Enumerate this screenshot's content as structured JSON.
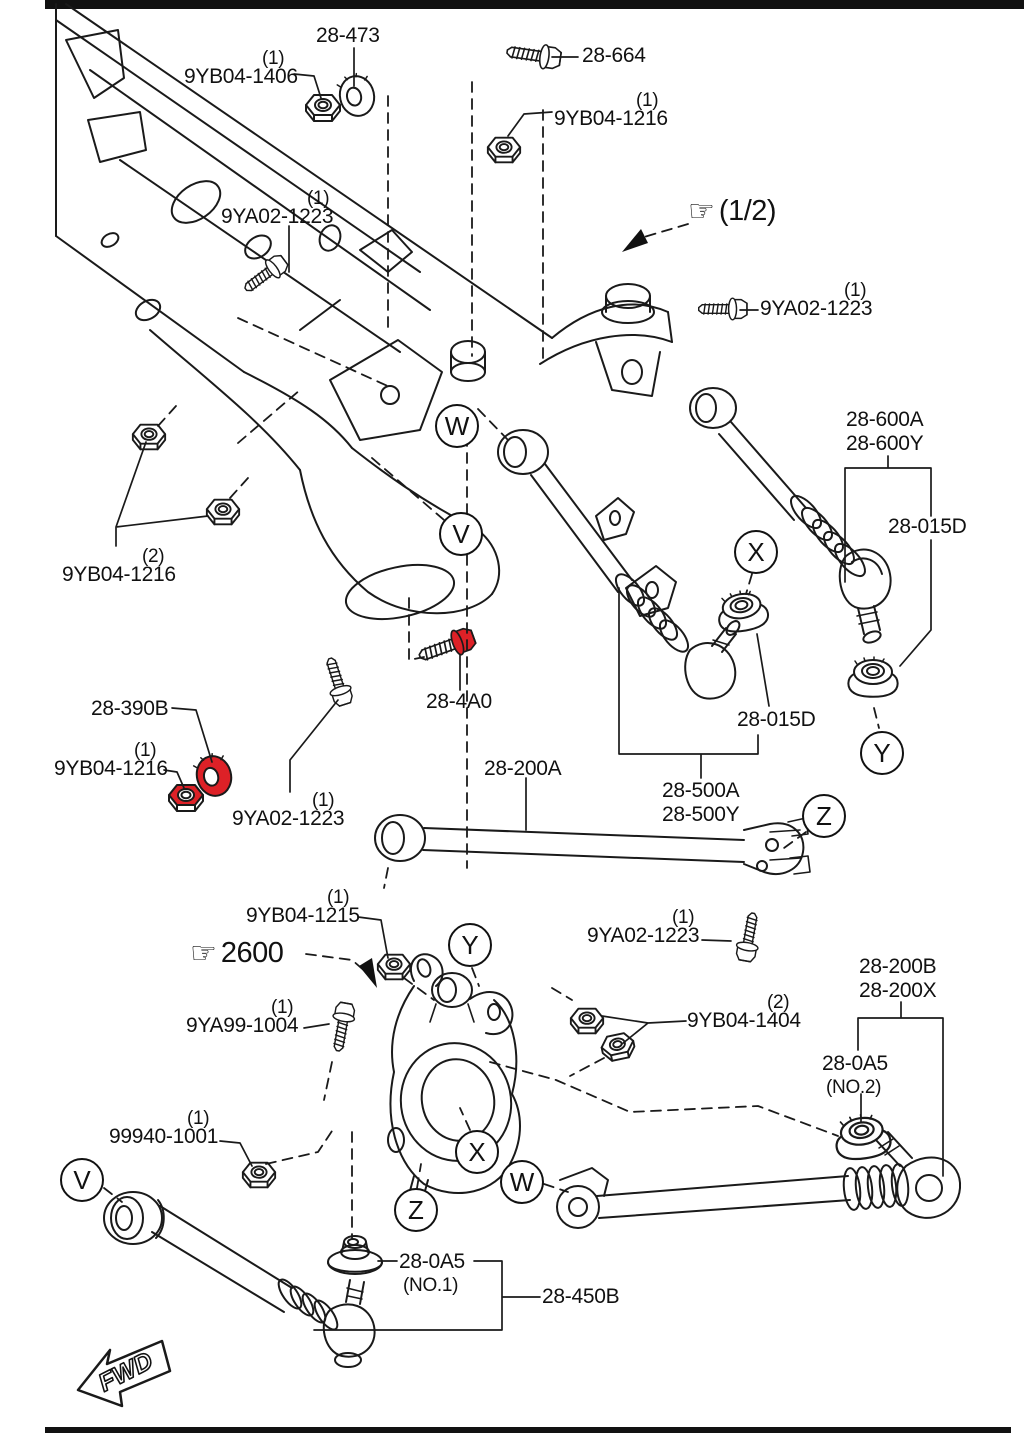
{
  "figure": {
    "type": "rear-suspension-parts-diagram",
    "highlight_color": "#dd2127",
    "line_color": "#1a1a1a",
    "pointer_glyph": "☞",
    "page_ref": "(1/2)",
    "section_ref": "2600",
    "fwd_label": "FWD"
  },
  "labels": {
    "l01": {
      "text": "28-473"
    },
    "l02": {
      "qty": "(1)",
      "text": "9YB04-1406"
    },
    "l03": {
      "text": "28-664"
    },
    "l04": {
      "qty": "(1)",
      "text": "9YB04-1216"
    },
    "l05": {
      "qty": "(1)",
      "text": "9YA02-1223"
    },
    "l06": {
      "qty": "(1)",
      "text": "9YA02-1223"
    },
    "l07": {
      "line1": "28-600A",
      "line2": "28-600Y"
    },
    "l08": {
      "text": "28-015D"
    },
    "l09": {
      "qty": "(2)",
      "text": "9YB04-1216"
    },
    "l10": {
      "text": "28-390B"
    },
    "l11": {
      "qty": "(1)",
      "text": "9YB04-1216"
    },
    "l12": {
      "qty": "(1)",
      "text": "9YA02-1223"
    },
    "l13": {
      "text": "28-4A0"
    },
    "l14": {
      "text": "28-200A"
    },
    "l15": {
      "line1": "28-500A",
      "line2": "28-500Y"
    },
    "l16": {
      "text": "28-015D"
    },
    "l17": {
      "qty": "(1)",
      "text": "9YA02-1223"
    },
    "l18": {
      "line1": "28-200B",
      "line2": "28-200X"
    },
    "l19": {
      "qty": "(1)",
      "text": "9YB04-1215"
    },
    "l20": {
      "qty": "(1)",
      "text": "9YA99-1004"
    },
    "l21": {
      "qty": "(2)",
      "text": "9YB04-1404"
    },
    "l22": {
      "line1": "28-0A5",
      "line2": "(NO.2)"
    },
    "l23": {
      "qty": "(1)",
      "text": "99940-1001"
    },
    "l24": {
      "line1": "28-0A5",
      "line2": "(NO.1)"
    },
    "l25": {
      "text": "28-450B"
    }
  },
  "callouts": {
    "c01": "W",
    "c02": "V",
    "c03": "X",
    "c04": "Y",
    "c05": "Z",
    "c06": "Y",
    "c07": "X",
    "c08": "W",
    "c09": "Z",
    "c10": "V"
  }
}
